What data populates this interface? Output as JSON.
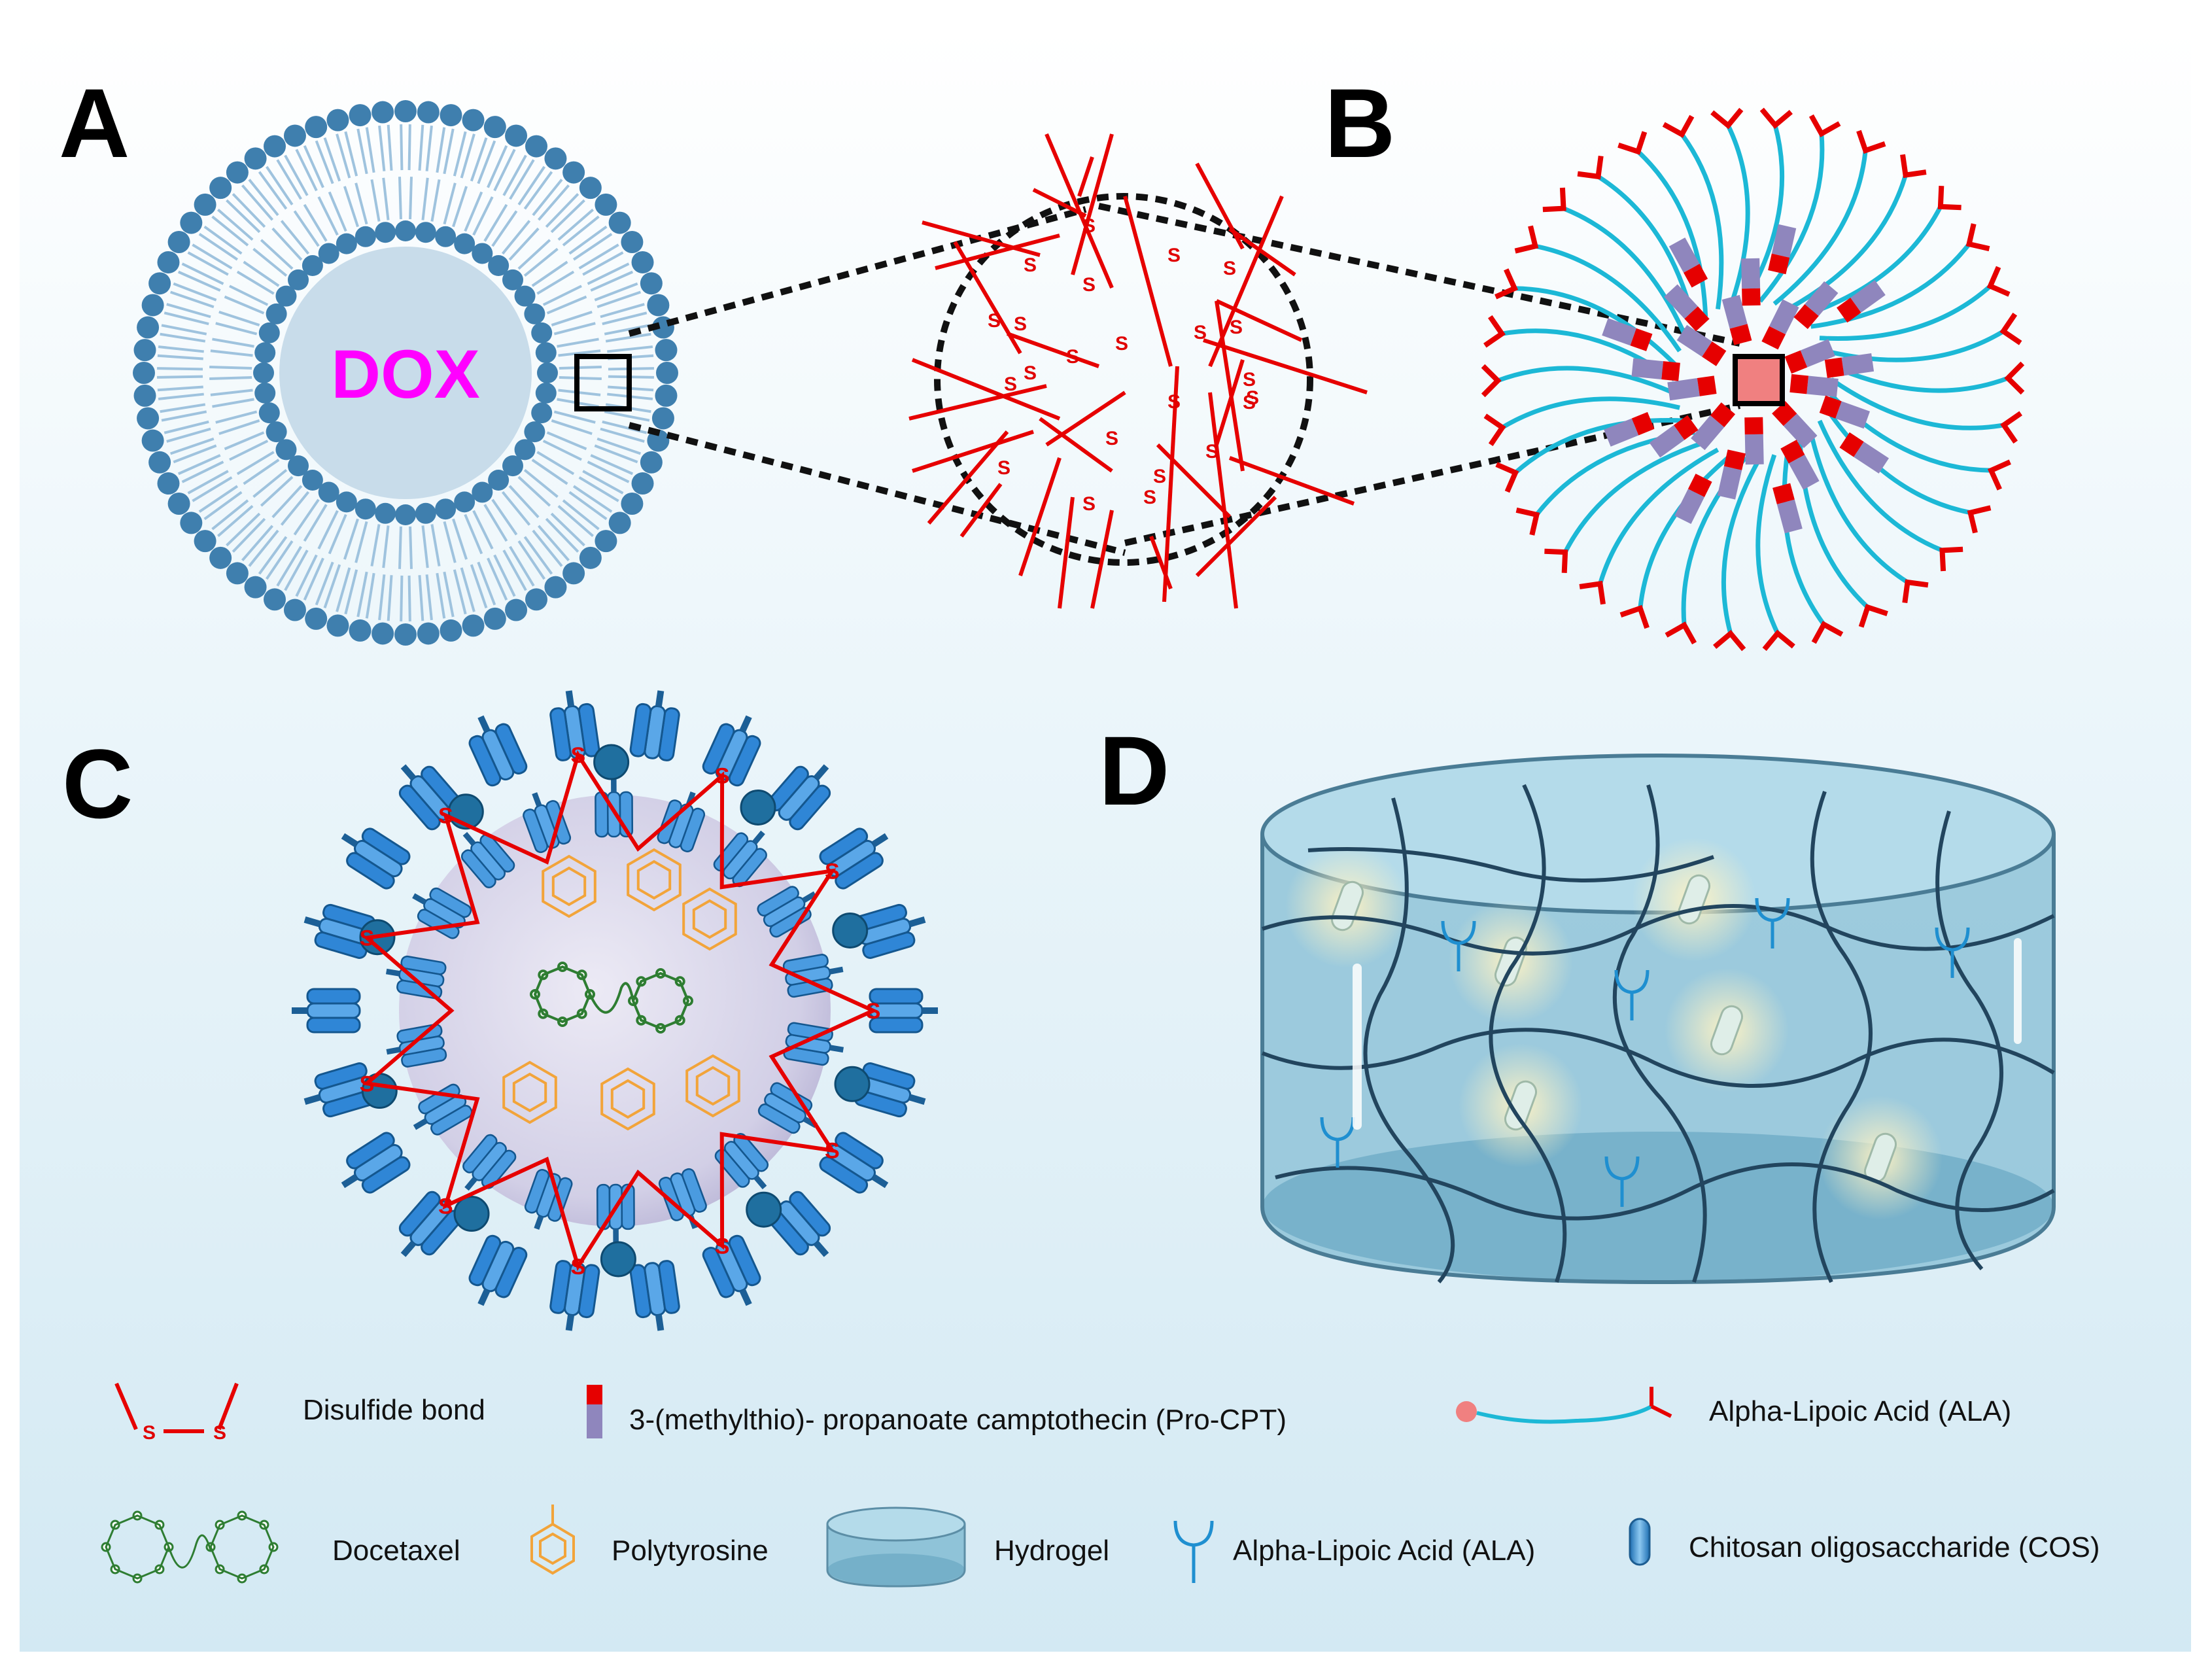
{
  "panels": {
    "a": "A",
    "b": "B",
    "c": "C",
    "d": "D"
  },
  "liposome": {
    "core_label": "DOX"
  },
  "disulfide_symbol": "S",
  "legend": {
    "disulfide": "Disulfide bond",
    "procpt": "3-(methylthio)- propanoate camptothecin (Pro-CPT)",
    "ala_chain": "Alpha-Lipoic Acid (ALA)",
    "docetaxel": "Docetaxel",
    "polytyrosine": "Polytyrosine",
    "hydrogel": "Hydrogel",
    "ala_receptor": "Alpha-Lipoic Acid (ALA)",
    "cos": "Chitosan oligosaccharide  (COS)"
  },
  "colors": {
    "red": "#e60000",
    "lipid_head": "#3f7fae",
    "lipid_tail": "#9fc3de",
    "core": "#c8dcea",
    "cyan": "#1cb8d6",
    "purple": "#8f86bd",
    "pink": "#f08080",
    "protein_blue": "#2f86d6",
    "orange": "#f2a43a",
    "green": "#2e7d32",
    "gel": "#8fc3d8",
    "network": "#22455e"
  }
}
